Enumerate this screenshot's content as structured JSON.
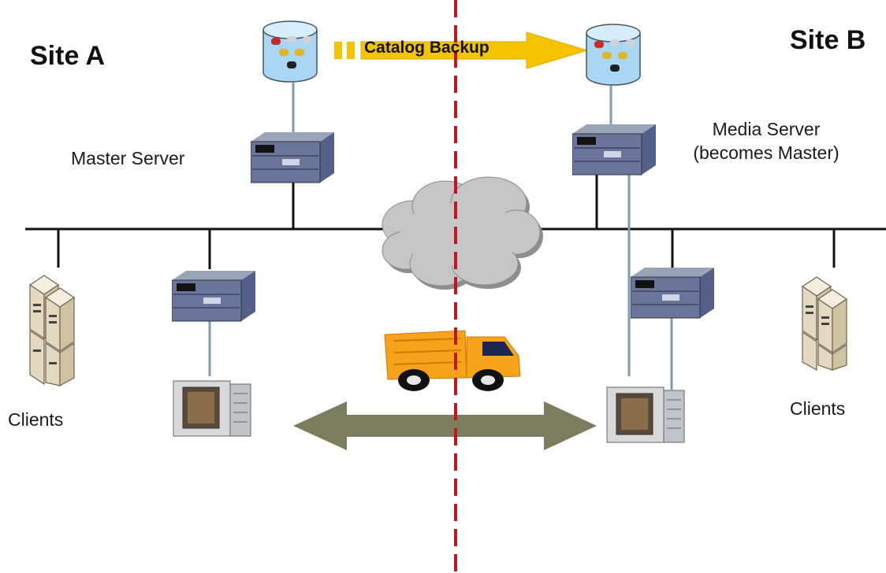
{
  "site_a": {
    "title": "Site A",
    "master_label": "Master Server",
    "clients_label": "Clients"
  },
  "site_b": {
    "title": "Site B",
    "media_label_line1": "Media Server",
    "media_label_line2": "(becomes Master)",
    "clients_label": "Clients"
  },
  "catalog_backup": {
    "label": "Catalog Backup"
  },
  "colors": {
    "divider": "#c0161e",
    "network_line": "#111111",
    "link_line": "#7f9bb0",
    "catalog_arrow": "#f5c400",
    "transfer_arrow": "#7b7d5f",
    "truck": "#f7a21b",
    "cloud": "#c4c4c4"
  },
  "icons": [
    "database-cylinder-icon",
    "rack-server-icon",
    "cloud-icon",
    "tape-library-icon",
    "client-computers-icon",
    "truck-icon"
  ]
}
